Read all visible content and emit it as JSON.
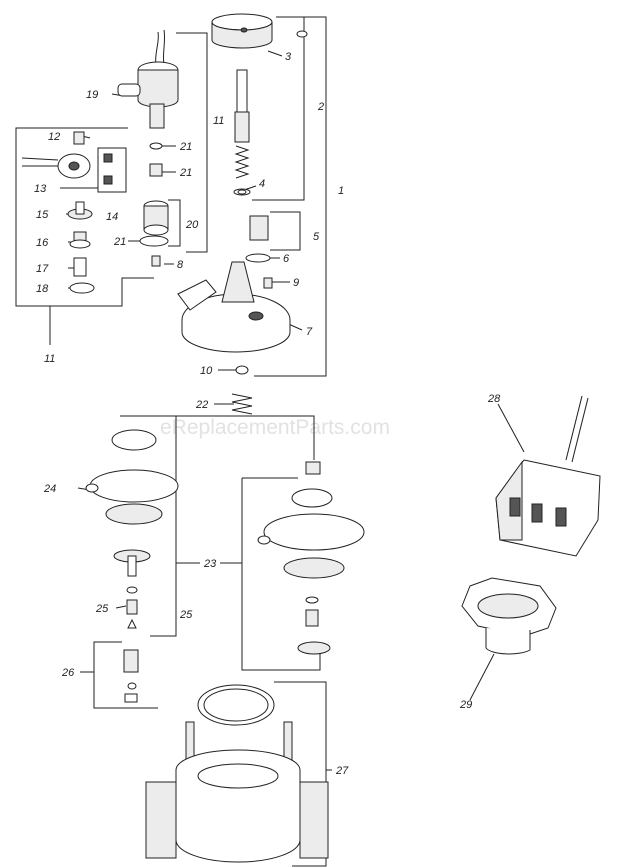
{
  "watermark": "eReplacementParts.com",
  "callouts": {
    "c1": "1",
    "c2": "2",
    "c3": "3",
    "c4": "4",
    "c5": "5",
    "c6": "6",
    "c7": "7",
    "c8": "8",
    "c9": "9",
    "c10": "10",
    "c11a": "11",
    "c11b": "11",
    "c12": "12",
    "c13": "13",
    "c14": "14",
    "c15": "15",
    "c16": "16",
    "c17": "17",
    "c18": "18",
    "c19": "19",
    "c20": "20",
    "c21a": "21",
    "c21b": "21",
    "c21c": "21",
    "c22": "22",
    "c23": "23",
    "c24": "24",
    "c25a": "25",
    "c25b": "25",
    "c26": "26",
    "c27": "27",
    "c28": "28",
    "c29": "29"
  }
}
